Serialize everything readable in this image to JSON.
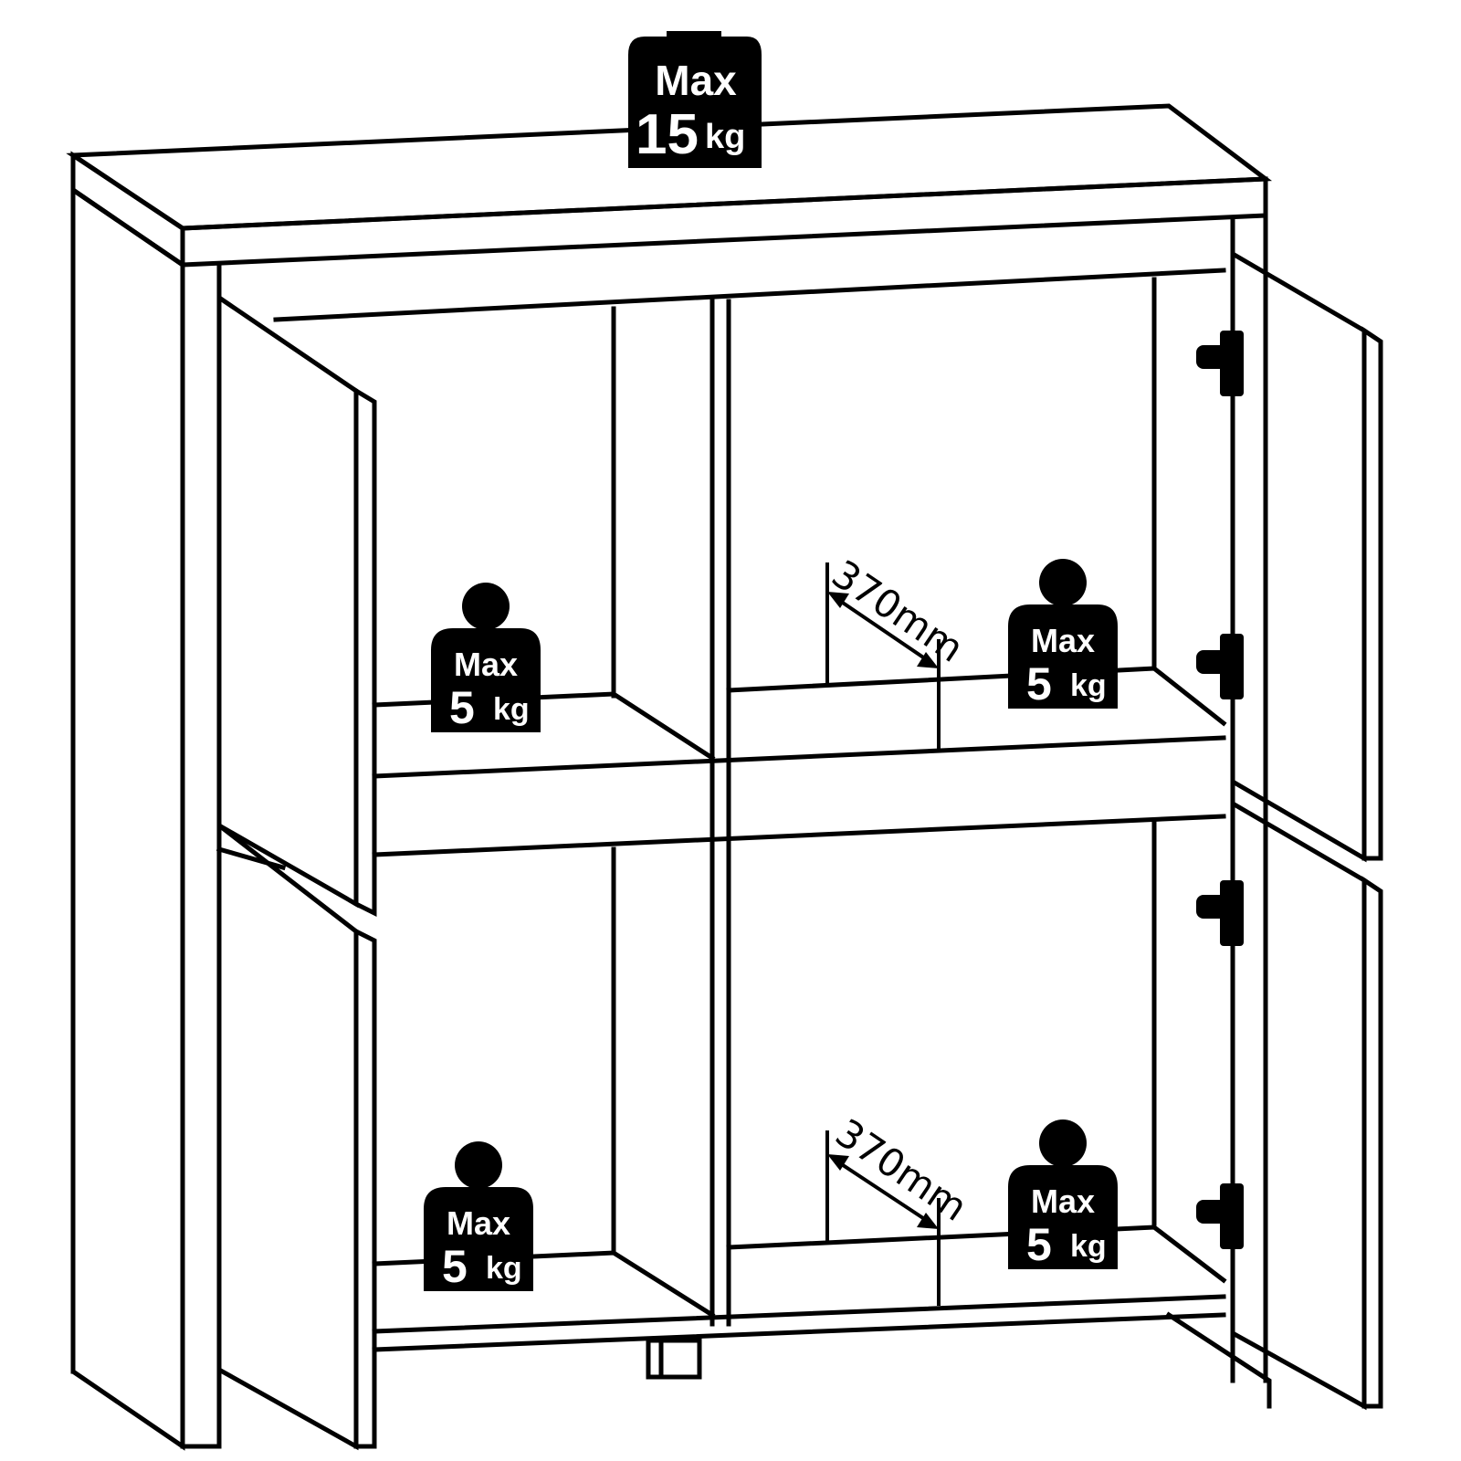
{
  "colors": {
    "ink": "#000000",
    "paper": "#ffffff"
  },
  "top_load": {
    "word": "Max",
    "value": "15",
    "unit": "kg"
  },
  "shelf_loads": [
    {
      "word": "Max",
      "value": "5",
      "unit": "kg"
    },
    {
      "word": "Max",
      "value": "5",
      "unit": "kg"
    },
    {
      "word": "Max",
      "value": "5",
      "unit": "kg"
    },
    {
      "word": "Max",
      "value": "5",
      "unit": "kg"
    }
  ],
  "depth_dimensions": [
    {
      "text": "370mm"
    },
    {
      "text": "370mm"
    }
  ]
}
